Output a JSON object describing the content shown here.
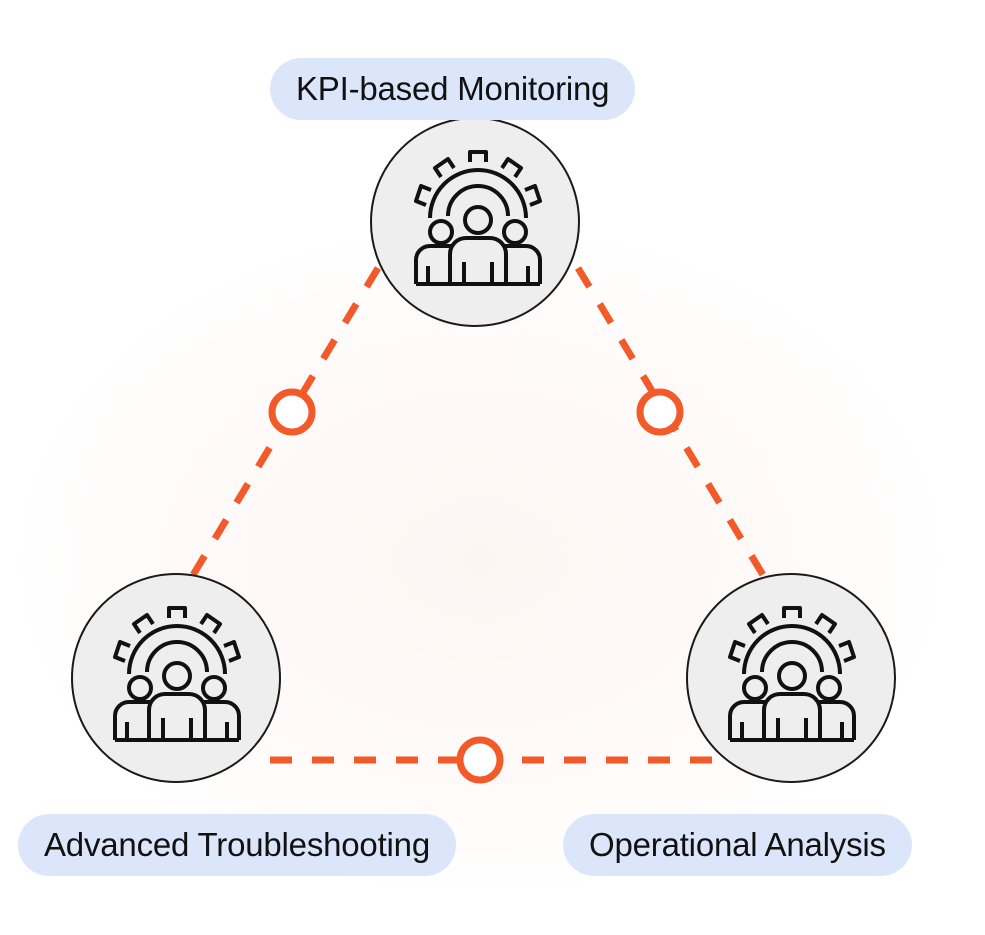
{
  "nodes": {
    "top": {
      "label": "KPI-based Monitoring",
      "icon": "team-gear-icon"
    },
    "left": {
      "label": "Advanced Troubleshooting",
      "icon": "team-gear-icon"
    },
    "right": {
      "label": "Operational Analysis",
      "icon": "team-gear-icon"
    }
  },
  "colors": {
    "connector": "#F25A2A",
    "node_fill": "#EEEEEE",
    "node_stroke": "#1A1A1A",
    "label_background": "#DCE6FB",
    "text": "#111111"
  }
}
